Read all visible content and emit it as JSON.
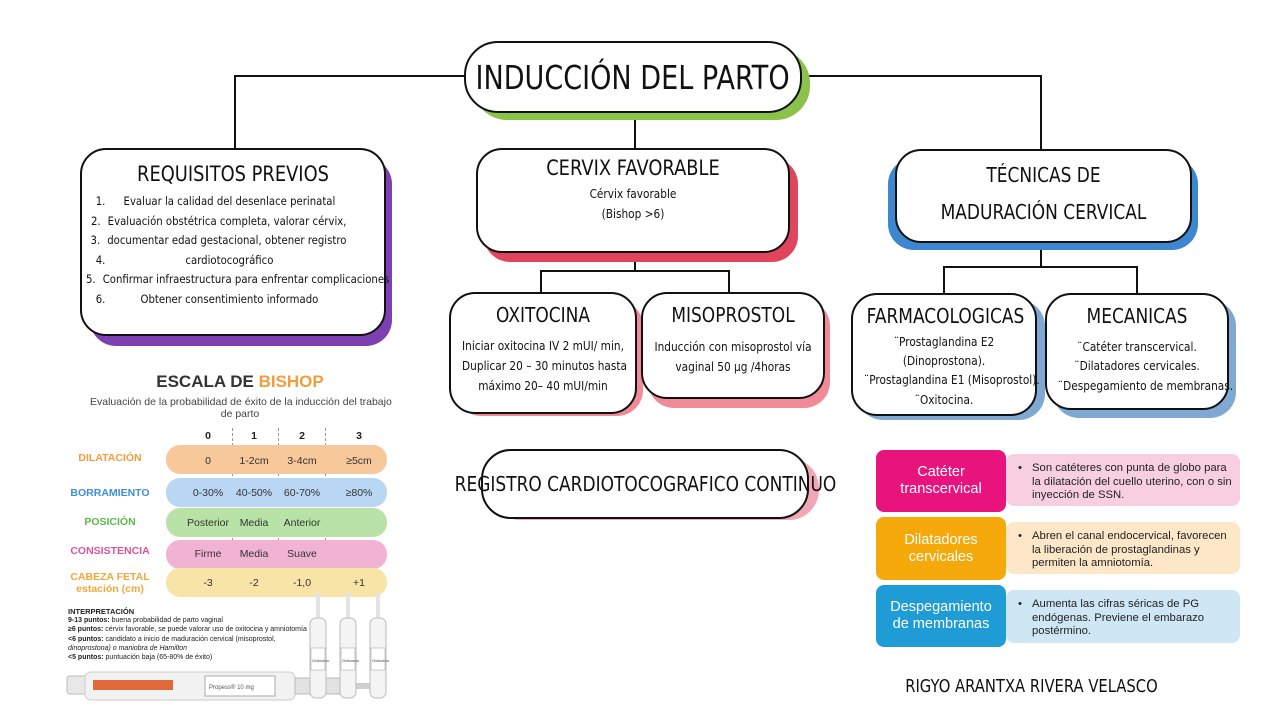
{
  "title": "INDUCCIÓN DEL PARTO",
  "requisitos": {
    "title": "REQUISITOS PREVIOS",
    "items": [
      {
        "n": "1.",
        "text": "Evaluar la calidad del desenlace perinatal"
      },
      {
        "n": "2.",
        "text": "Evaluación obstétrica completa, valorar cérvix,"
      },
      {
        "n": "3.",
        "text": "documentar edad gestacional, obtener registro"
      },
      {
        "n": "4.",
        "text": "cardiotocográfico"
      },
      {
        "n": "5.",
        "text": "Confirmar infraestructura para enfrentar complicaciones"
      },
      {
        "n": "6.",
        "text": "Obtener consentimiento informado"
      }
    ]
  },
  "cervix": {
    "title": "CERVIX FAVORABLE",
    "line1": "Cérvix favorable",
    "line2": "(Bishop >6)"
  },
  "oxitocina": {
    "title": "OXITOCINA",
    "lines": [
      "Iniciar oxitocina IV 2 mUI/ min,",
      "Duplicar 20 – 30 minutos hasta",
      "máximo 20– 40 mUI/min"
    ]
  },
  "misoprostol": {
    "title": "MISOPROSTOL",
    "lines": [
      "Inducción con misoprostol vía",
      "vaginal 50 µg /4horas"
    ]
  },
  "registro": "REGISTRO CARDIOTOCOGRAFICO CONTINUO",
  "tecnicas": {
    "line1": "TÉCNICAS DE",
    "line2": "MADURACIÓN CERVICAL"
  },
  "farmacologicas": {
    "title": "FARMACOLOGICAS",
    "lines": [
      "¨Prostaglandina E2",
      "(Dinoprostona).",
      "¨Prostaglandina E1 (Misoprostol).",
      "¨Oxitocina."
    ]
  },
  "mecanicas": {
    "title": "MECANICAS",
    "lines": [
      "¨Catéter transcervical.",
      "¨Dilatadores cervicales.",
      "¨Despegamiento de membranas."
    ]
  },
  "bishop": {
    "title_a": "ESCALA DE ",
    "title_b": "BISHOP",
    "subtitle_1": "Evaluación de la probabilidad de éxito de la inducción del trabajo",
    "subtitle_2": "de parto",
    "scores": [
      "0",
      "1",
      "2",
      "3"
    ],
    "rows": [
      {
        "label": "DILATACIÓN",
        "label2": "",
        "label_color": "#f39c3c",
        "bar_color": "#f7c89a",
        "cells": [
          "0",
          "1-2cm",
          "3-4cm",
          "≥5cm"
        ]
      },
      {
        "label": "BORRAMIENTO",
        "label2": "",
        "label_color": "#3f8fd6",
        "bar_color": "#b9d6f2",
        "cells": [
          "0-30%",
          "40-50%",
          "60-70%",
          "≥80%"
        ]
      },
      {
        "label": "POSICIÓN",
        "label2": "",
        "label_color": "#5db84b",
        "bar_color": "#b9e3a6",
        "cells": [
          "Posterior",
          "Media",
          "Anterior",
          ""
        ]
      },
      {
        "label": "CONSISTENCIA",
        "label2": "",
        "label_color": "#d9559a",
        "bar_color": "#f0b3d3",
        "cells": [
          "Firme",
          "Media",
          "Suave",
          ""
        ]
      },
      {
        "label": "CABEZA FETAL",
        "label2": "estación (cm)",
        "label_color": "#f0a83a",
        "bar_color": "#f8e4a6",
        "cells": [
          "-3",
          "-2",
          "-1,0",
          "+1"
        ]
      }
    ],
    "interp_title": "INTERPRETACIÓN",
    "interp": [
      {
        "b": "9-13 puntos:",
        "t": " buena probabilidad de parto vaginal"
      },
      {
        "b": "≥6 puntos:",
        "t": " cérvix favorable, se puede valorar uso de oxitocina y amniotomía"
      },
      {
        "b": "<6 puntos:",
        "t": " candidato a inicio de maduración cervical (misoprostol,"
      },
      {
        "b": "",
        "t": "dinoprostona) o maniobra de Hamilton"
      },
      {
        "b": "<5 puntos:",
        "t": " puntuación baja (65-80% de éxito)"
      }
    ],
    "syringe_label": "Propess® 10 mg",
    "ampoule_label": "Oxitocina"
  },
  "tecnicas_table": [
    {
      "name": "Catéter transcervical",
      "color": "#e8137d",
      "bg": "#f7cfe0",
      "text": "Son catéteres con punta de globo para la dilatación del cuello uterino, con o sin inyección de SSN."
    },
    {
      "name": "Dilatadores cervicales",
      "color": "#f5a90a",
      "bg": "#fde7c8",
      "text": "Abren el canal endocervical, favorecen la liberación de prostaglandinas y permiten la amniotomía."
    },
    {
      "name": "Despegamiento de membranas",
      "color": "#1f9bd6",
      "bg": "#cfe6f5",
      "text": "Aumenta las cifras séricas de PG endógenas. Previene el embarazo postérmino."
    }
  ],
  "author": "RIGYO ARANTXA RIVERA VELASCO",
  "colors": {
    "green": "#8bc34a",
    "purple": "#7e3fb0",
    "red": "#e0455c",
    "blue": "#3d87d1",
    "light_blue": "#7fa9d3",
    "pink": "#f1a7b7",
    "light_red": "#f08a97"
  }
}
